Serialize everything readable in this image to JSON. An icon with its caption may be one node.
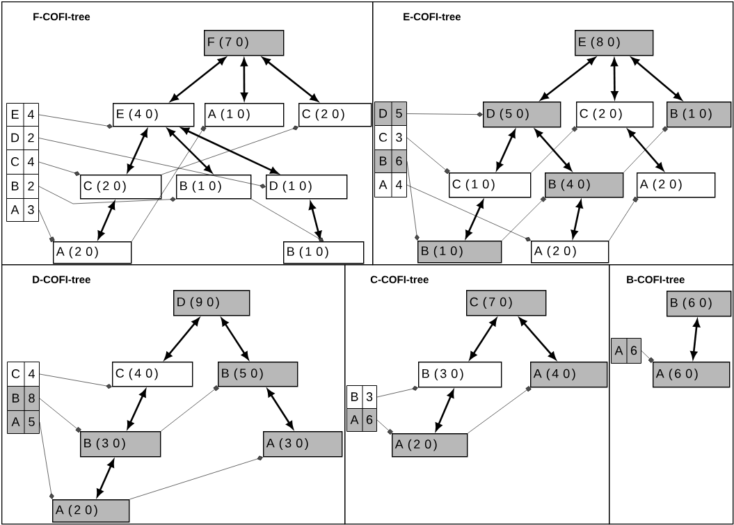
{
  "diagram": {
    "nodes": [
      {
        "text": [
          "F-COFI-tree"
        ]
      },
      {
        "text": [
          "F (7 0)"
        ],
        "in": 0
      },
      {
        "text": [
          "E",
          "4"
        ],
        "in": 0
      },
      {
        "text": [
          "E (4 0)"
        ],
        "in": 0
      },
      {
        "text": [
          "A (1 0)"
        ],
        "in": 0
      },
      {
        "text": [
          "C (2 0)"
        ],
        "in": 0
      },
      {
        "text": [
          "D",
          "2"
        ],
        "in": 0
      },
      {
        "text": [
          "C",
          "4"
        ],
        "in": 0
      },
      {
        "text": [
          "C (2 0)"
        ],
        "in": 0
      },
      {
        "text": [
          "B (1 0)"
        ],
        "in": 0
      },
      {
        "text": [
          "D (1 0)"
        ],
        "in": 0
      },
      {
        "text": [
          "B",
          "2"
        ],
        "in": 0
      },
      {
        "text": [
          "A",
          "3"
        ],
        "in": 0
      },
      {
        "text": [
          "A (2 0)"
        ],
        "in": 0
      },
      {
        "text": [
          "B (1 0)"
        ],
        "in": 0
      },
      {
        "text": [
          "E-COFI-tree"
        ]
      },
      {
        "text": [
          "E (8 0)"
        ],
        "in": 15
      },
      {
        "text": [
          "D",
          "5"
        ],
        "in": 15
      },
      {
        "text": [
          "D (5 0)"
        ],
        "in": 15
      },
      {
        "text": [
          "C (2 0)"
        ],
        "in": 15
      },
      {
        "text": [
          "B (1 0)"
        ],
        "in": 15
      },
      {
        "text": [
          "C",
          "3"
        ],
        "in": 15
      },
      {
        "text": [
          "B",
          "6"
        ],
        "in": 15
      },
      {
        "text": [
          "A",
          "4"
        ],
        "in": 15
      },
      {
        "text": [
          "C (1 0)"
        ],
        "in": 15
      },
      {
        "text": [
          "B (4 0)"
        ],
        "in": 15
      },
      {
        "text": [
          "A (2 0)"
        ],
        "in": 15
      },
      {
        "text": [
          "B (1 0)"
        ],
        "in": 15
      },
      {
        "text": [
          "A (2 0)"
        ],
        "in": 15
      },
      {
        "text": [
          "D-COFI-tree"
        ]
      },
      {
        "text": [
          "D (9 0)"
        ],
        "in": 29
      },
      {
        "text": [
          "C",
          "4"
        ],
        "in": 29
      },
      {
        "text": [
          "C (4 0)"
        ],
        "in": 29
      },
      {
        "text": [
          "B (5 0)"
        ],
        "in": 29
      },
      {
        "text": [
          "B",
          "8"
        ],
        "in": 29
      },
      {
        "text": [
          "A",
          "5"
        ],
        "in": 29
      },
      {
        "text": [
          "B (3 0)"
        ],
        "in": 29
      },
      {
        "text": [
          "A (3 0)"
        ],
        "in": 29
      },
      {
        "text": [
          "A (2 0)"
        ],
        "in": 29
      },
      {
        "text": [
          "C-COFI-tree"
        ]
      },
      {
        "text": [
          "C (7 0)"
        ],
        "in": 39
      },
      {
        "text": [
          "B (3 0)"
        ],
        "in": 39
      },
      {
        "text": [
          "A (4 0)"
        ],
        "in": 39
      },
      {
        "text": [
          "B",
          "3"
        ],
        "in": 39
      },
      {
        "text": [
          "A",
          "6"
        ],
        "in": 39
      },
      {
        "text": [
          "A (2 0)"
        ],
        "in": 39
      },
      {
        "text": [
          "B-COFI-tree"
        ]
      },
      {
        "text": [
          "B (6 0)"
        ],
        "in": 46
      },
      {
        "text": [
          "A",
          "6"
        ],
        "in": 46
      },
      {
        "text": [
          "A (6 0)"
        ],
        "in": 46
      }
    ],
    "edges": [
      {
        "from": 1,
        "to": 3,
        "arrow": "both",
        "style": "thick"
      },
      {
        "from": 1,
        "to": 4,
        "arrow": "both",
        "style": "thick"
      },
      {
        "from": 1,
        "to": 5,
        "arrow": "both",
        "style": "thick"
      },
      {
        "from": 3,
        "to": 8,
        "arrow": "both",
        "style": "thick"
      },
      {
        "from": 3,
        "to": 9,
        "arrow": "both",
        "style": "thick"
      },
      {
        "from": 3,
        "to": 10,
        "arrow": "both",
        "style": "thick"
      },
      {
        "from": 8,
        "to": 13,
        "arrow": "both",
        "style": "thick"
      },
      {
        "from": 10,
        "to": 14,
        "arrow": "both",
        "style": "thick"
      },
      {
        "from": 2,
        "to": 3,
        "arrow": "other"
      },
      {
        "from": 6,
        "to": 10,
        "arrow": "other"
      },
      {
        "from": 7,
        "to": 8,
        "arrow": "other"
      },
      {
        "from": 11,
        "to": 9,
        "arrow": "other"
      },
      {
        "from": 12,
        "to": 13,
        "arrow": "other"
      },
      {
        "from": 13,
        "to": 4,
        "arrow": "other"
      },
      {
        "from": 8,
        "to": 5,
        "arrow": "other"
      },
      {
        "from": 9,
        "to": 14,
        "arrow": "other"
      },
      {
        "from": 16,
        "to": 18,
        "arrow": "both",
        "style": "thick"
      },
      {
        "from": 16,
        "to": 19,
        "arrow": "both",
        "style": "thick"
      },
      {
        "from": 16,
        "to": 20,
        "arrow": "both",
        "style": "thick"
      },
      {
        "from": 18,
        "to": 24,
        "arrow": "both",
        "style": "thick"
      },
      {
        "from": 18,
        "to": 25,
        "arrow": "both",
        "style": "thick"
      },
      {
        "from": 19,
        "to": 26,
        "arrow": "both",
        "style": "thick"
      },
      {
        "from": 24,
        "to": 27,
        "arrow": "both",
        "style": "thick"
      },
      {
        "from": 25,
        "to": 28,
        "arrow": "both",
        "style": "thick"
      },
      {
        "from": 17,
        "to": 18,
        "arrow": "other"
      },
      {
        "from": 21,
        "to": 24,
        "arrow": "other"
      },
      {
        "from": 22,
        "to": 27,
        "arrow": "other"
      },
      {
        "from": 23,
        "to": 28,
        "arrow": "other"
      },
      {
        "from": 24,
        "to": 19,
        "arrow": "other"
      },
      {
        "from": 27,
        "to": 25,
        "arrow": "other"
      },
      {
        "from": 25,
        "to": 20,
        "arrow": "other"
      },
      {
        "from": 28,
        "to": 26,
        "arrow": "other"
      },
      {
        "from": 30,
        "to": 32,
        "arrow": "both",
        "style": "thick"
      },
      {
        "from": 30,
        "to": 33,
        "arrow": "both",
        "style": "thick"
      },
      {
        "from": 32,
        "to": 36,
        "arrow": "both",
        "style": "thick"
      },
      {
        "from": 33,
        "to": 37,
        "arrow": "both",
        "style": "thick"
      },
      {
        "from": 36,
        "to": 38,
        "arrow": "both",
        "style": "thick"
      },
      {
        "from": 31,
        "to": 32,
        "arrow": "other"
      },
      {
        "from": 34,
        "to": 36,
        "arrow": "other"
      },
      {
        "from": 35,
        "to": 38,
        "arrow": "other"
      },
      {
        "from": 36,
        "to": 33,
        "arrow": "other"
      },
      {
        "from": 38,
        "to": 37,
        "arrow": "other"
      },
      {
        "from": 40,
        "to": 41,
        "arrow": "both",
        "style": "thick"
      },
      {
        "from": 40,
        "to": 42,
        "arrow": "both",
        "style": "thick"
      },
      {
        "from": 41,
        "to": 45,
        "arrow": "both",
        "style": "thick"
      },
      {
        "from": 43,
        "to": 41,
        "arrow": "other"
      },
      {
        "from": 44,
        "to": 45,
        "arrow": "other"
      },
      {
        "from": 45,
        "to": 42,
        "arrow": "other"
      },
      {
        "from": 47,
        "to": 49,
        "arrow": "both",
        "style": "thick"
      },
      {
        "from": 48,
        "to": 49,
        "arrow": "other"
      }
    ]
  }
}
